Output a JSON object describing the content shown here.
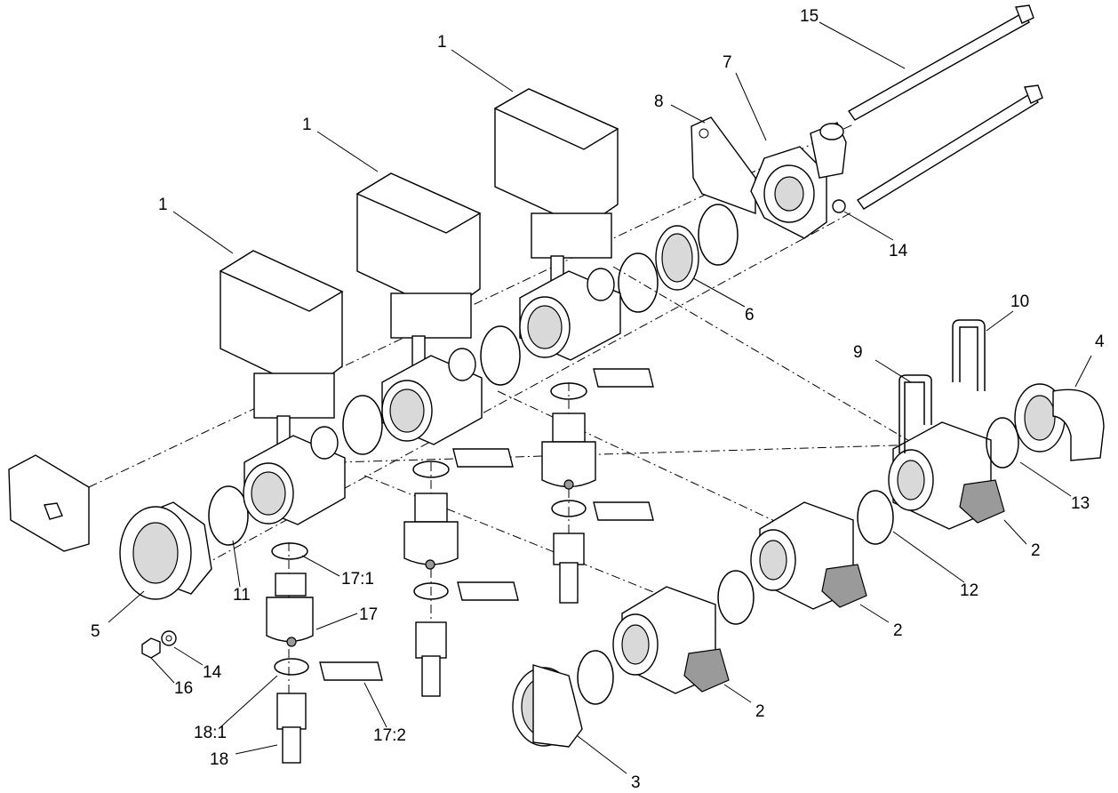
{
  "callouts": [
    {
      "id": "c1a",
      "text": "1"
    },
    {
      "id": "c1b",
      "text": "1"
    },
    {
      "id": "c1c",
      "text": "1"
    },
    {
      "id": "c2a",
      "text": "2"
    },
    {
      "id": "c2b",
      "text": "2"
    },
    {
      "id": "c2c",
      "text": "2"
    },
    {
      "id": "c3",
      "text": "3"
    },
    {
      "id": "c4",
      "text": "4"
    },
    {
      "id": "c5",
      "text": "5"
    },
    {
      "id": "c6",
      "text": "6"
    },
    {
      "id": "c7",
      "text": "7"
    },
    {
      "id": "c8",
      "text": "8"
    },
    {
      "id": "c9",
      "text": "9"
    },
    {
      "id": "c10",
      "text": "10"
    },
    {
      "id": "c11",
      "text": "11"
    },
    {
      "id": "c12",
      "text": "12"
    },
    {
      "id": "c13",
      "text": "13"
    },
    {
      "id": "c14a",
      "text": "14"
    },
    {
      "id": "c14b",
      "text": "14"
    },
    {
      "id": "c15",
      "text": "15"
    },
    {
      "id": "c16",
      "text": "16"
    },
    {
      "id": "c17",
      "text": "17"
    },
    {
      "id": "c17_1",
      "text": "17:1"
    },
    {
      "id": "c17_2",
      "text": "17:2"
    },
    {
      "id": "c18",
      "text": "18"
    },
    {
      "id": "c18_1",
      "text": "18:1"
    }
  ]
}
